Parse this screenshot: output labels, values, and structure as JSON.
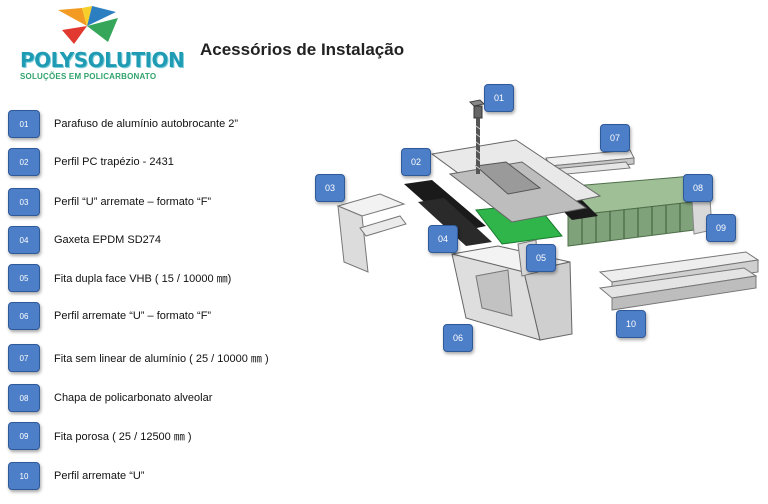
{
  "header": {
    "brand": "POLYSOLUTION",
    "tagline": "SOLUÇÕES EM POLICARBONATO",
    "title": "Acessórios de Instalação"
  },
  "legend": [
    {
      "code": "01",
      "label": "Parafuso de alumínio autobrocante  2”"
    },
    {
      "code": "02",
      "label": "Perfil PC trapézio - 2431"
    },
    {
      "code": "03",
      "label": "Perfil “U” arremate – formato “F”"
    },
    {
      "code": "04",
      "label": "Gaxeta EPDM  SD274"
    },
    {
      "code": "05",
      "label": "Fita dupla face VHB ( 15 / 10000 ㎜)"
    },
    {
      "code": "06",
      "label": "Perfil arremate  “U” – formato “F”"
    },
    {
      "code": "07",
      "label": "Fita sem linear  de alumínio  ( 25 / 10000  ㎜ )"
    },
    {
      "code": "08",
      "label": "Chapa de policarbonato alveolar"
    },
    {
      "code": "09",
      "label": "Fita porosa  ( 25 / 12500  ㎜ )"
    },
    {
      "code": "10",
      "label": "Perfil arremate  “U”"
    }
  ],
  "colors": {
    "badge": "#4d7ec8",
    "brand": "#1f9bb4",
    "tape_green": "#2fb54a",
    "sheet_green": "#6f9a6a"
  },
  "icons": {
    "logo": "polysolution-pinwheel-logo"
  }
}
